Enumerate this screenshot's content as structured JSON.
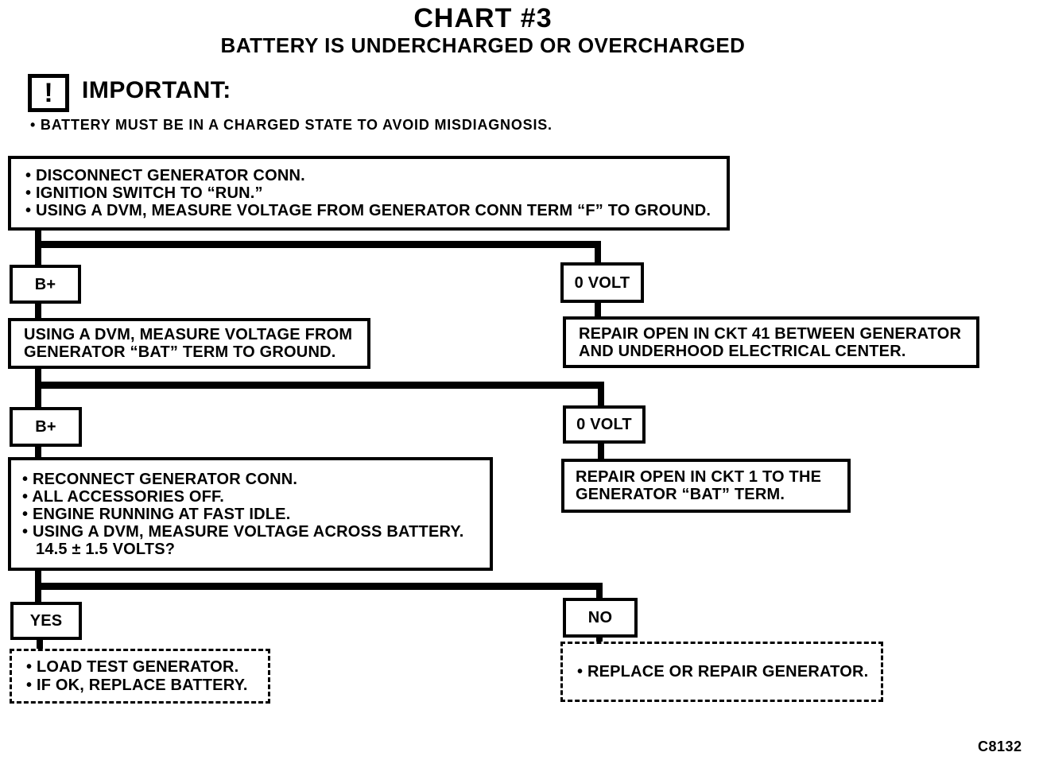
{
  "header": {
    "title": "CHART #3",
    "subtitle": "BATTERY IS UNDERCHARGED OR OVERCHARGED"
  },
  "important": {
    "glyph": "!",
    "label": "IMPORTANT:",
    "note": "• BATTERY MUST BE IN A CHARGED STATE TO AVOID MISDIAGNOSIS."
  },
  "flow": {
    "step1": {
      "lines": [
        "• DISCONNECT GENERATOR CONN.",
        "• IGNITION SWITCH TO “RUN.”",
        "• USING A DVM, MEASURE VOLTAGE FROM GENERATOR CONN TERM “F” TO GROUND."
      ]
    },
    "branch1": {
      "left": "B+",
      "right": "0 VOLT"
    },
    "step2": {
      "lines": [
        "USING A DVM, MEASURE VOLTAGE FROM",
        "GENERATOR “BAT” TERM TO GROUND."
      ]
    },
    "repair_ckt41": {
      "lines": [
        "REPAIR OPEN IN CKT 41 BETWEEN GENERATOR",
        "AND UNDERHOOD ELECTRICAL CENTER."
      ]
    },
    "branch2": {
      "left": "B+",
      "right": "0 VOLT"
    },
    "step3": {
      "lines": [
        "• RECONNECT GENERATOR CONN.",
        "• ALL ACCESSORIES OFF.",
        "• ENGINE RUNNING AT FAST IDLE.",
        "• USING A DVM, MEASURE VOLTAGE ACROSS BATTERY.",
        "14.5 ± 1.5 VOLTS?"
      ]
    },
    "repair_ckt1": {
      "lines": [
        "REPAIR OPEN IN CKT 1 TO THE",
        "GENERATOR “BAT” TERM."
      ]
    },
    "branch3": {
      "left": "YES",
      "right": "NO"
    },
    "result_yes": {
      "lines": [
        "• LOAD TEST GENERATOR.",
        "• IF OK, REPLACE BATTERY."
      ]
    },
    "result_no": {
      "lines": [
        "• REPLACE OR REPAIR GENERATOR."
      ]
    }
  },
  "footer": {
    "figure_code": "C8132"
  },
  "colors": {
    "ink": "#000000",
    "paper": "#ffffff"
  }
}
